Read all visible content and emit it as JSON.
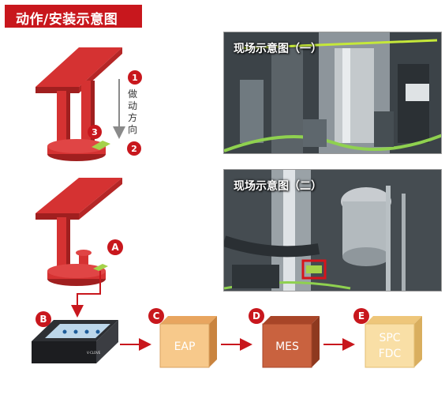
{
  "title": "动作/安装示意图",
  "direction_label": [
    "做",
    "动",
    "方",
    "向"
  ],
  "badges": {
    "n1": "1",
    "n2": "2",
    "n3": "3",
    "A": "A",
    "B": "B",
    "C": "C",
    "D": "D",
    "E": "E"
  },
  "photos": {
    "one_title": "现场示意图（一）",
    "two_title": "现场示意图（二）"
  },
  "boxes": {
    "eap": "EAP",
    "mes": "MES",
    "spc": "SPC",
    "fdc": "FDC"
  },
  "device_brand": "V·CLOVE",
  "colors": {
    "red": "#c8171d",
    "press_red": "#d53232",
    "eap_box": "#f7c98b",
    "mes_box": "#c9623f",
    "spc_box": "#f9dfa6"
  }
}
